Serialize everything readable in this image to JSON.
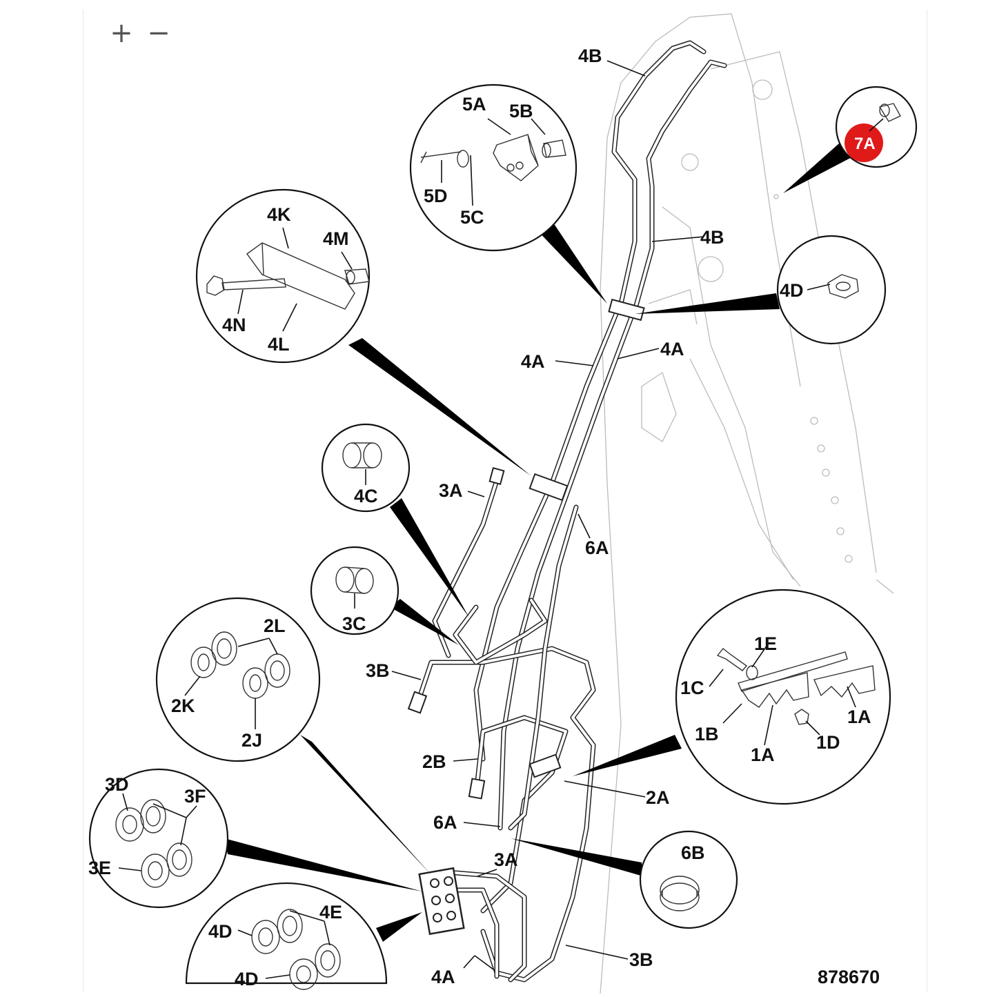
{
  "toolbar": {
    "zoom_in": "+",
    "zoom_out": "−"
  },
  "labels": {
    "l4B_top": "4B",
    "l4B_mid": "4B",
    "l5A": "5A",
    "l5B": "5B",
    "l5D": "5D",
    "l5C": "5C",
    "l7A": "7A",
    "l4K": "4K",
    "l4M": "4M",
    "l4N": "4N",
    "l4L": "4L",
    "l4D_r": "4D",
    "l4A_l": "4A",
    "l4A_r": "4A",
    "l4C": "4C",
    "l3A_mid": "3A",
    "l6A_mid": "6A",
    "l3C": "3C",
    "l2L": "2L",
    "l2K": "2K",
    "l2J": "2J",
    "l3B_l": "3B",
    "l1E": "1E",
    "l1C": "1C",
    "l1B": "1B",
    "l1A_r": "1A",
    "l1A_b": "1A",
    "l1D": "1D",
    "l2B": "2B",
    "l2A": "2A",
    "l3D": "3D",
    "l3F": "3F",
    "l3E": "3E",
    "l6A_low": "6A",
    "l3A_low": "3A",
    "l6B": "6B",
    "l4D_b1": "4D",
    "l4E": "4E",
    "l4D_b2": "4D",
    "l4A_b": "4A",
    "l3B_b": "3B"
  },
  "highlight": {
    "part": "7A",
    "color": "#e01919"
  },
  "figure_number": "878670",
  "colors": {
    "line": "#111111",
    "background": "#ffffff",
    "highlight": "#e01919"
  }
}
